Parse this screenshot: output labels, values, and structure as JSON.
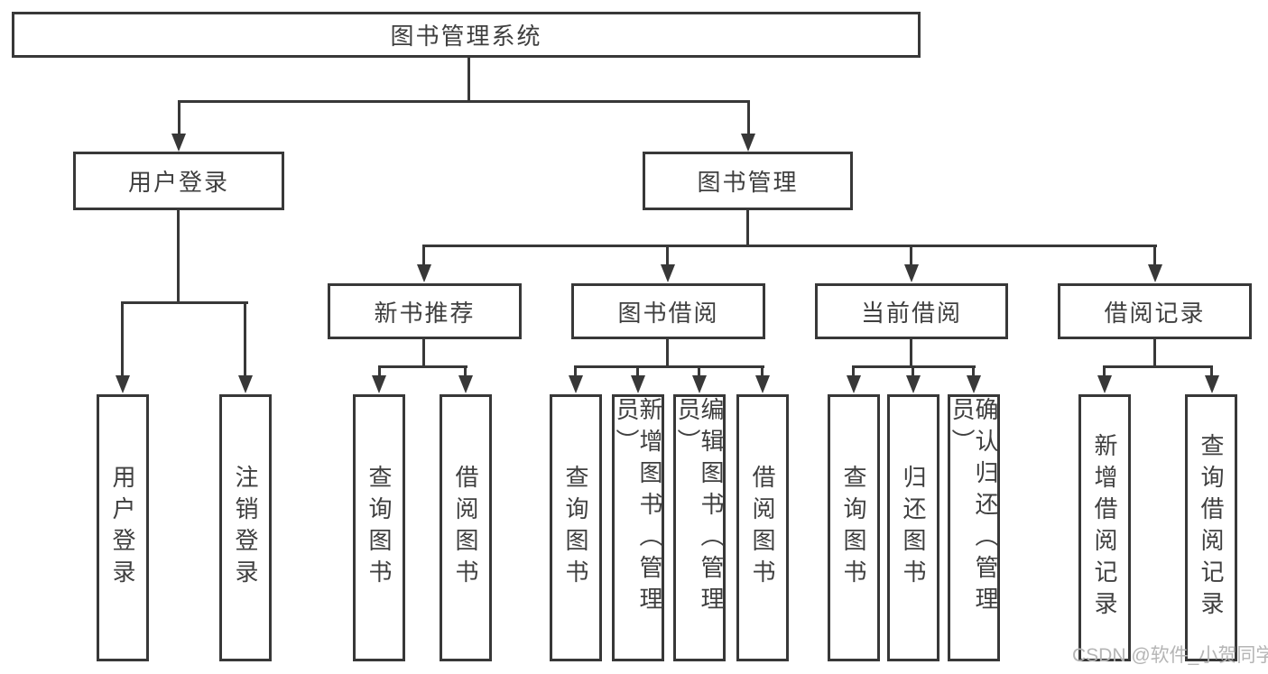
{
  "colors": {
    "line": "#383838",
    "text": "#3f3f3f",
    "watermark": "#b5b5b5",
    "background": "#ffffff"
  },
  "tree": {
    "label": "图书管理系统",
    "children": [
      {
        "label": "用户登录",
        "children": [
          {
            "label": "用户登录"
          },
          {
            "label": "注销登录"
          }
        ]
      },
      {
        "label": "图书管理",
        "children": [
          {
            "label": "新书推荐",
            "children": [
              {
                "label": "查询图书"
              },
              {
                "label": "借阅图书"
              }
            ]
          },
          {
            "label": "图书借阅",
            "children": [
              {
                "label": "查询图书"
              },
              {
                "label": "新增图书（管理员）"
              },
              {
                "label": "编辑图书（管理员）"
              },
              {
                "label": "借阅图书"
              }
            ]
          },
          {
            "label": "当前借阅",
            "children": [
              {
                "label": "查询图书"
              },
              {
                "label": "归还图书"
              },
              {
                "label": "确认归还（管理员）"
              }
            ]
          },
          {
            "label": "借阅记录",
            "children": [
              {
                "label": "新增借阅记录"
              },
              {
                "label": "查询借阅记录"
              }
            ]
          }
        ]
      }
    ]
  },
  "watermark": {
    "text": "CSDN @软件_小贺同学"
  }
}
